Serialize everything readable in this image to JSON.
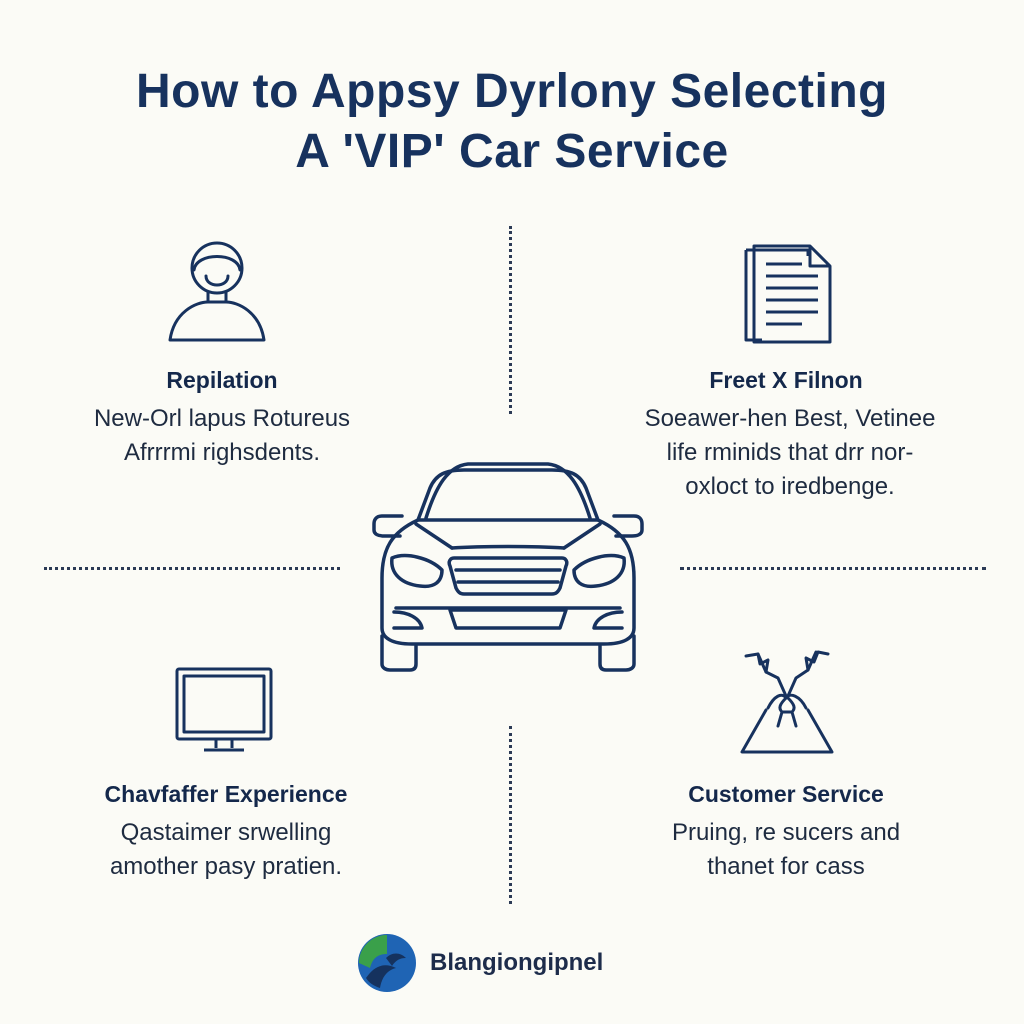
{
  "title": {
    "line1": "How to Appsy Dyrlony Selecting",
    "line2": "A 'VIP' Car Service"
  },
  "sections": [
    {
      "icon": "person-icon",
      "heading": "Repilation",
      "body": [
        "New-Orl lapus  Rotureus",
        "Afrrrmi righsdents."
      ]
    },
    {
      "icon": "document-icon",
      "heading": "Freet X Filnon",
      "body": [
        "Soeawer-hen Best, Vetinee",
        "life rminids that drr nor-",
        "oxloct to iredbenge."
      ]
    },
    {
      "icon": "monitor-icon",
      "heading": "Chavfaffer Experience",
      "body": [
        "Qastaimer srwelling",
        "amother pasy pratien."
      ]
    },
    {
      "icon": "gift-bag-icon",
      "heading": "Customer Service",
      "body": [
        "Pruing, re sucers and",
        "thanet for cass"
      ]
    }
  ],
  "center_icon": "car-icon",
  "brand": {
    "name": "Blangiongipnel",
    "icon": "brand-logo-icon",
    "colors": [
      "#3aa04a",
      "#1f64b4",
      "#15325e"
    ]
  },
  "colors": {
    "primary": "#17325e",
    "background": "#fbfbf6"
  }
}
